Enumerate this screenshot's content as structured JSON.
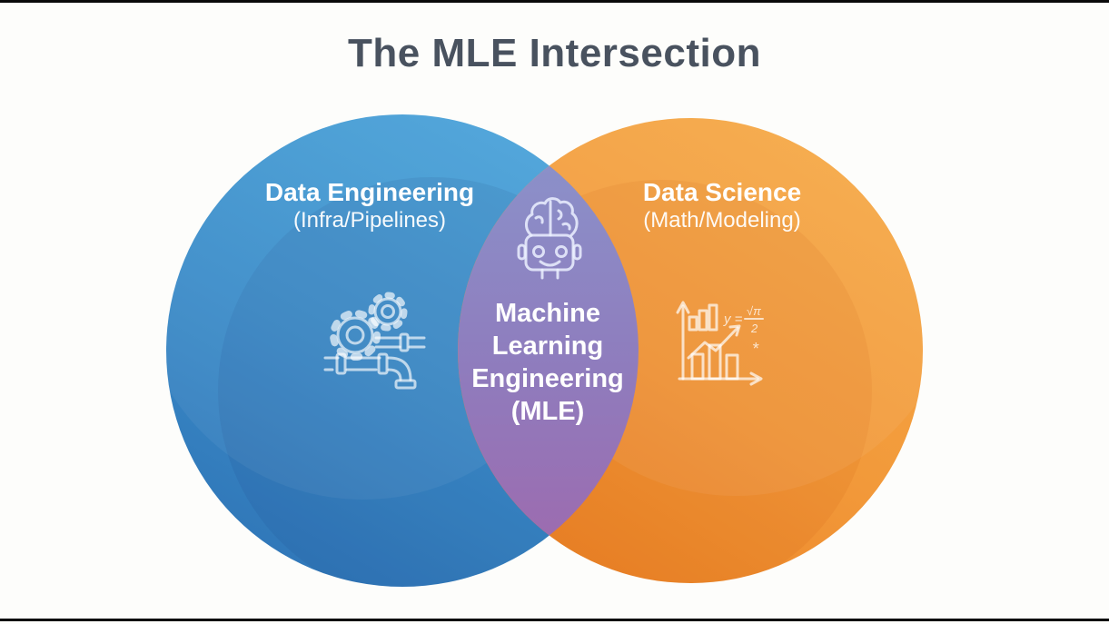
{
  "page": {
    "background": "#fdfdfb",
    "frame_bar_color": "#0a0a0a"
  },
  "title": {
    "text": "The MLE Intersection",
    "color": "#49525f"
  },
  "venn": {
    "left_circle": {
      "label": "Data Engineering",
      "sublabel": "(Infra/Pipelines)",
      "color_top": "#4aa3d9",
      "color_bottom": "#2e73b5"
    },
    "right_circle": {
      "label": "Data Science",
      "sublabel": "(Math/Modeling)",
      "color_top": "#f6a946",
      "color_bottom": "#eb8326"
    },
    "intersection": {
      "lines": [
        "Machine",
        "Learning",
        "Engineering",
        "(MLE)"
      ],
      "color_top": "#8b90c9",
      "color_bottom": "#9c6cb0"
    }
  },
  "icons": {
    "robot_brain_icon": "robot head with exposed brain",
    "gears_pipeline_icon": "two gears with pipes",
    "analytics_chart_icon": "bar chart with trend arrow and formula",
    "chart_formula": {
      "lhs": "y =",
      "numerator": "√π",
      "denominator": "2",
      "asterisk": "*"
    }
  }
}
